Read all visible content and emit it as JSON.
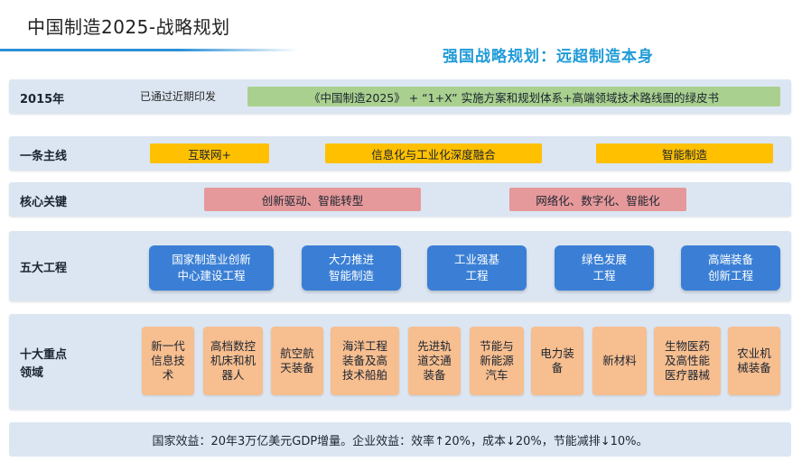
{
  "header": {
    "title": "中国制造2025-战略规划",
    "slogan": "强国战略规划：远超制造本身"
  },
  "row_2015": {
    "label": "2015年",
    "note": "已通过近期印发",
    "content": "《中国制造2025》 + “1+X” 实施方案和规划体系+高端领域技术路线图的绿皮书"
  },
  "row_mainline": {
    "label": "一条主线",
    "items": [
      "互联网+",
      "信息化与工业化深度融合",
      "智能制造"
    ]
  },
  "row_core": {
    "label": "核心关键",
    "items": [
      "创新驱动、智能转型",
      "网络化、数字化、智能化"
    ]
  },
  "row_projects": {
    "label": "五大工程",
    "items": [
      "国家制造业创新\n中心建设工程",
      "大力推进\n智能制造",
      "工业强基\n工程",
      "绿色发展\n工程",
      "高端装备\n创新工程"
    ]
  },
  "row_fields": {
    "label": "十大重点\n领域",
    "items": [
      "新一代\n信息技\n术",
      "高档数控\n机床和机\n器人",
      "航空航\n天装备",
      "海洋工程\n装备及高\n技术船舶",
      "先进轨\n道交通\n装备",
      "节能与\n新能源\n汽车",
      "电力装\n备",
      "新材料",
      "生物医药\n及高性能\n医疗器械",
      "农业机\n械装备"
    ]
  },
  "footer": {
    "text": "国家效益：20年3万亿美元GDP增量。企业效益：效率↑20%，成本↓20%，节能减排↓10%。"
  },
  "colors": {
    "accent": "#1f9bd7",
    "band": "#dce6f2",
    "green": "#a9d08e",
    "yellow": "#ffc000",
    "red": "#e6999a",
    "blue": "#3a7fd5",
    "orange": "#f7be8f"
  }
}
